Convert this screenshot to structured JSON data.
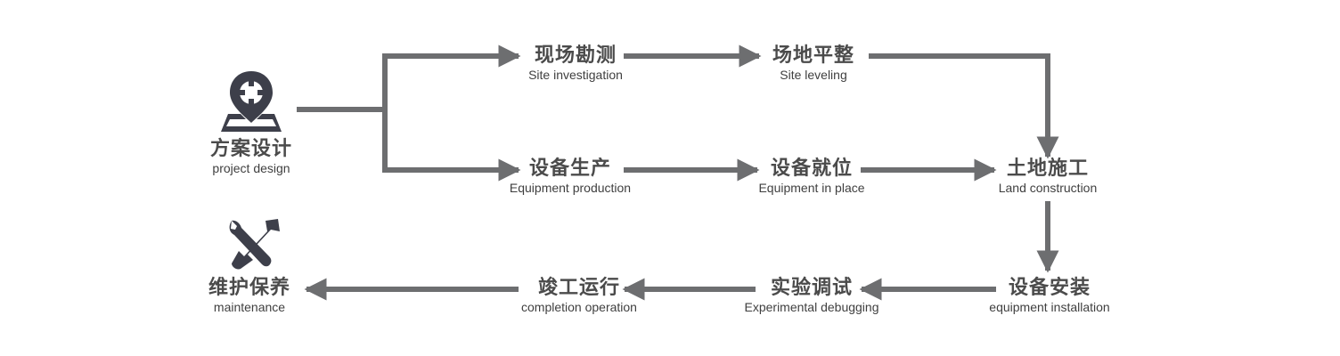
{
  "colors": {
    "line": "#6d6e70",
    "icon": "#3d3f4a",
    "text": "#4b4b4b"
  },
  "nodes": {
    "design": {
      "zh": "方案设计",
      "en": "project design"
    },
    "survey": {
      "zh": "现场勘测",
      "en": "Site investigation"
    },
    "leveling": {
      "zh": "场地平整",
      "en": "Site leveling"
    },
    "production": {
      "zh": "设备生产",
      "en": "Equipment production"
    },
    "inplace": {
      "zh": "设备就位",
      "en": "Equipment in place"
    },
    "land": {
      "zh": "土地施工",
      "en": "Land construction"
    },
    "install": {
      "zh": "设备安装",
      "en": "equipment installation"
    },
    "debug": {
      "zh": "实验调试",
      "en": "Experimental debugging"
    },
    "completion": {
      "zh": "竣工运行",
      "en": "completion operation"
    },
    "maintenance": {
      "zh": "维护保养",
      "en": "maintenance"
    }
  },
  "icons": {
    "design": "map-pin-icon",
    "maintenance": "wrench-screwdriver-icon"
  }
}
